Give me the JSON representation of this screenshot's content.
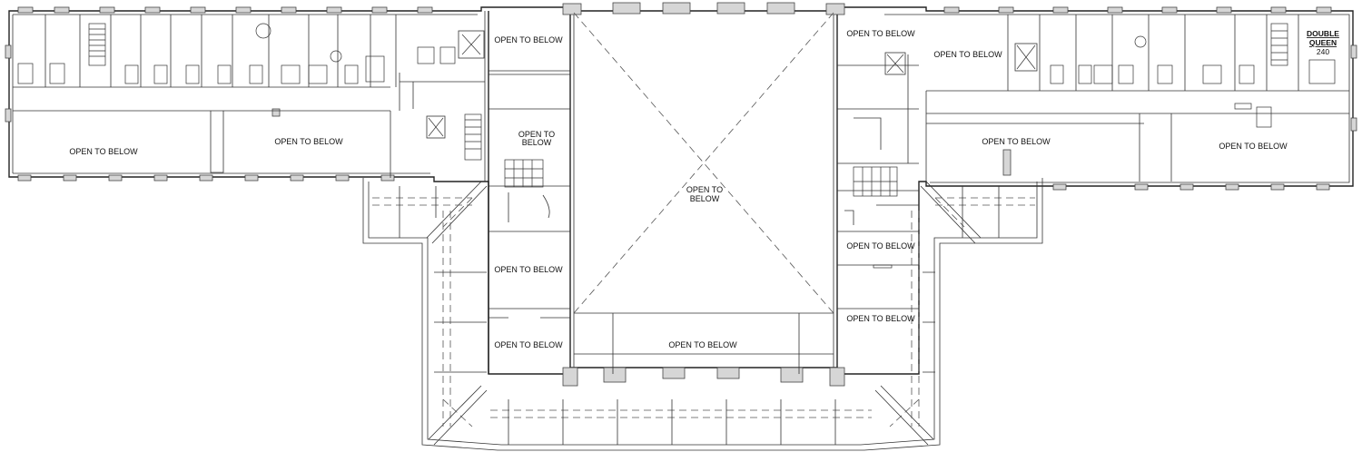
{
  "labels": {
    "open_to_below": "OPEN TO BELOW",
    "open_to": "OPEN TO",
    "below": "BELOW",
    "room_type_1": "DOUBLE",
    "room_type_2": "QUEEN",
    "room_number": "240"
  }
}
